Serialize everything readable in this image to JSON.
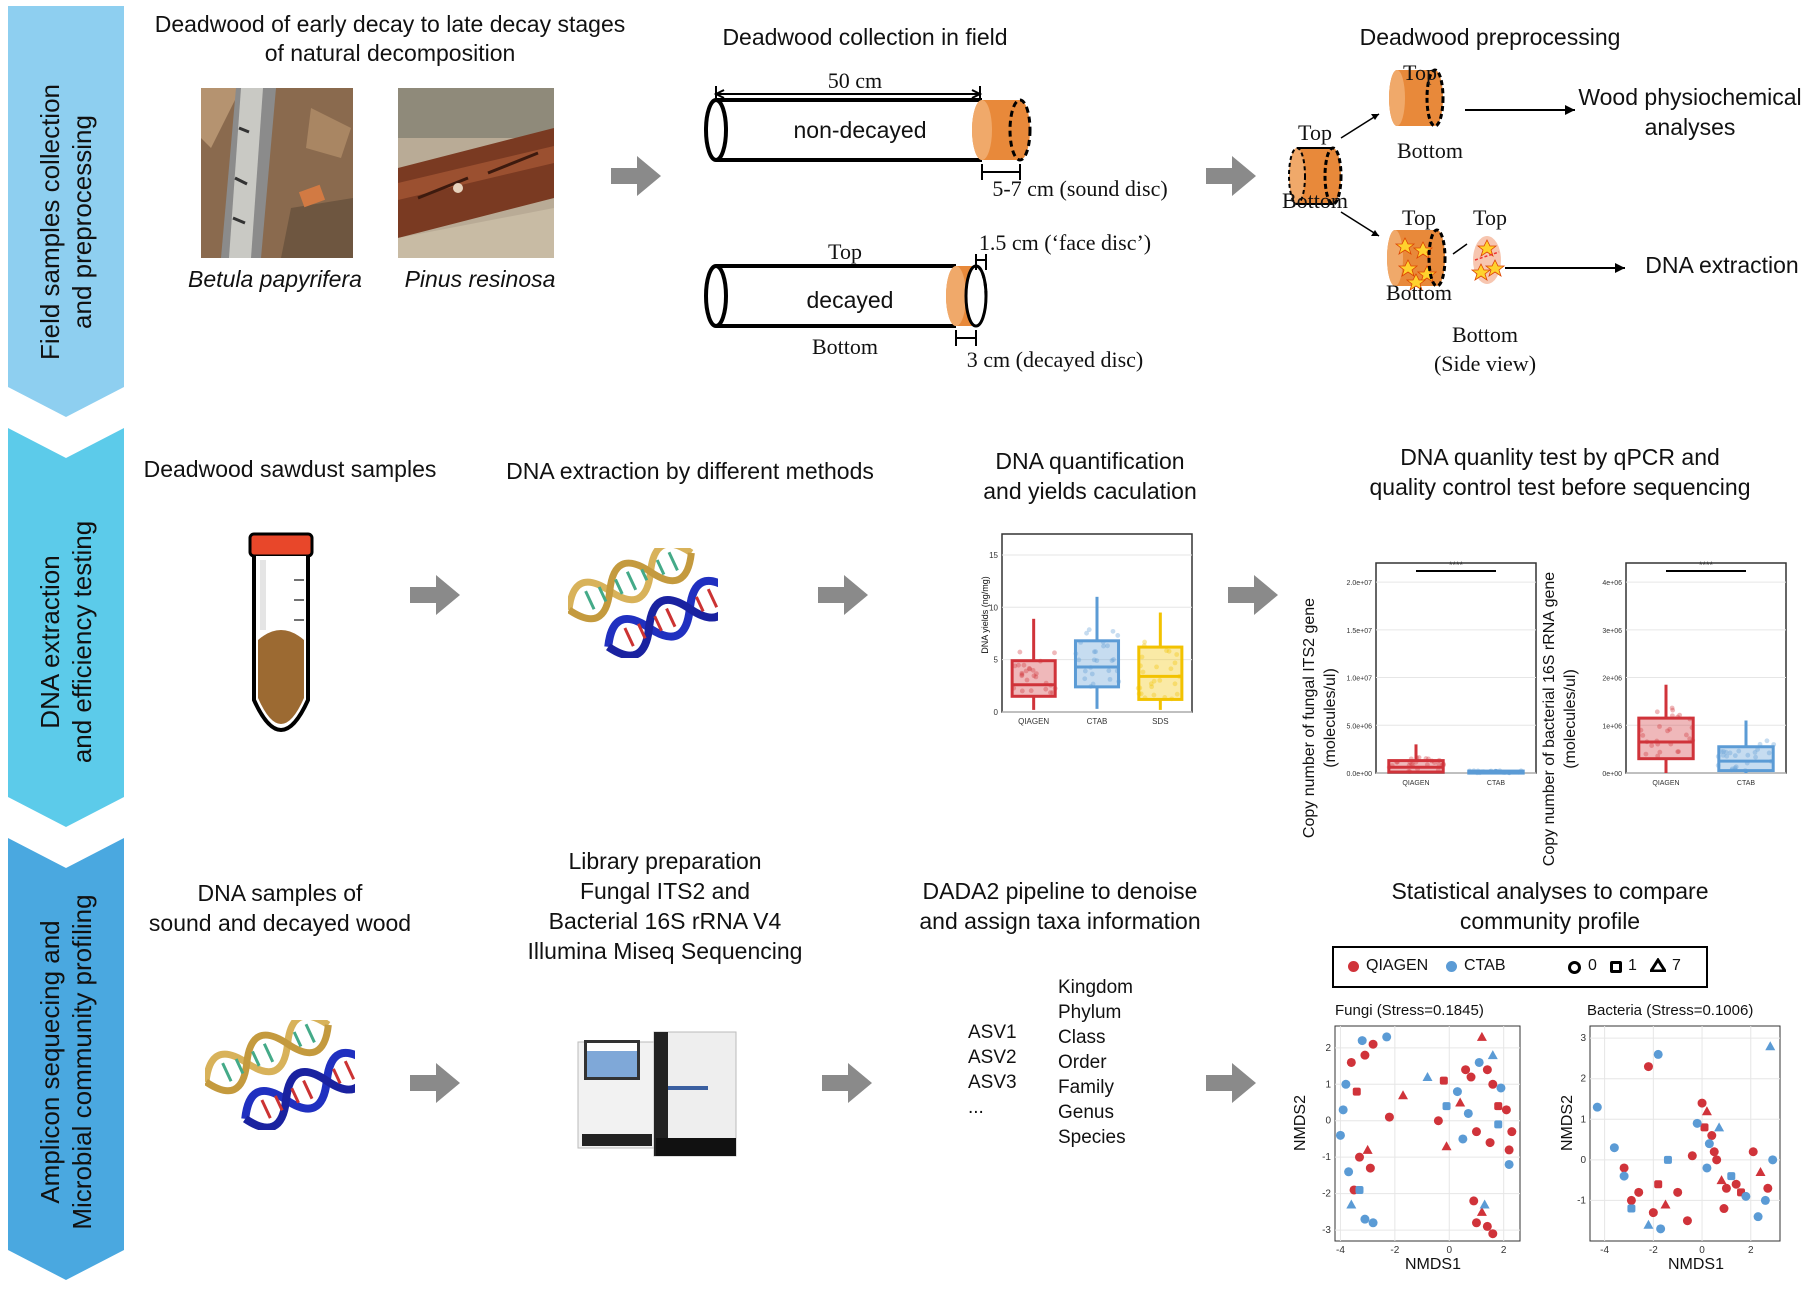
{
  "stages": [
    {
      "label_line1": "Field samples collection",
      "label_line2": "and preprocessing",
      "color": "#8ecff0"
    },
    {
      "label_line1": "DNA extraction",
      "label_line2": "and efficiency testing",
      "color": "#5ccbea"
    },
    {
      "label_line1": "Amplicon sequecing and",
      "label_line2": "Microbial community profiling",
      "color": "#4aa8e0"
    }
  ],
  "row1": {
    "deadwood_title_line1": "Deadwood of early decay to late decay stages",
    "deadwood_title_line2": "of natural decomposition",
    "species1": "Betula papyrifera",
    "species2": "Pinus resinosa",
    "collection_title": "Deadwood collection in field",
    "length_label": "50 cm",
    "nondecayed_label": "non-decayed",
    "sound_disc": "5-7 cm (sound disc)",
    "face_disc": "1.5 cm (‘face disc’)",
    "decayed_label": "decayed",
    "top_label": "Top",
    "bottom_label": "Bottom",
    "decayed_disc": "3 cm (decayed disc)",
    "preprocessing_title": "Deadwood preprocessing",
    "physio_line1": "Wood physiochemical",
    "physio_line2": "analyses",
    "dna_extraction": "DNA extraction",
    "side_view_line1": "Bottom",
    "side_view_line2": "(Side view)"
  },
  "row2": {
    "sawdust_title": "Deadwood sawdust samples",
    "extraction_title": "DNA extraction by different methods",
    "quant_title_line1": "DNA quantification",
    "quant_title_line2": "and yields caculation",
    "qpcr_title_line1": "DNA quanlity test by qPCR and",
    "qpcr_title_line2": "quality control test before sequencing",
    "significance": "****",
    "fungal_ylabel_line1": "Copy number of fungal ITS2 gene",
    "fungal_ylabel_line2": "(molecules/ul)",
    "bacterial_ylabel_line1": "Copy number of bacterial 16S rRNA gene",
    "bacterial_ylabel_line2": "(molecules/ul)",
    "yield_ylabel": "DNA yields (ng/mg)"
  },
  "row3": {
    "dna_samples_line1": "DNA samples of",
    "dna_samples_line2": "sound and decayed wood",
    "library_line1": "Library preparation",
    "library_line2": "Fungal ITS2 and",
    "library_line3": "Bacterial 16S rRNA V4",
    "library_line4": "Illumina Miseq Sequencing",
    "dada2_line1": "DADA2 pipeline to denoise",
    "dada2_line2": "and assign taxa information",
    "asv_list": [
      "ASV1",
      "ASV2",
      "ASV3",
      "..."
    ],
    "taxa_list": [
      "Kingdom",
      "Phylum",
      "Class",
      "Order",
      "Family",
      "Genus",
      "Species"
    ],
    "stats_line1": "Statistical analyses to compare",
    "stats_line2": "community profile",
    "legend_method1": "QIAGEN",
    "legend_method2": "CTAB",
    "legend_shape1": "0",
    "legend_shape2": "1",
    "legend_shape3": "7",
    "fungi_title": "Fungi (Stress=0.1845)",
    "bacteria_title": "Bacteria (Stress=0.1006)",
    "nmds1": "NMDS1",
    "nmds2": "NMDS2"
  },
  "colors": {
    "qiagen": "#d0333a",
    "ctab": "#5b9bd5",
    "sds": "#f2c200",
    "wood": "#e8893a",
    "arrow": "#8a8a8a"
  },
  "chart_data": [
    {
      "type": "box",
      "ylabel": "DNA yields (ng/mg)",
      "categories": [
        "QIAGEN",
        "CTAB",
        "SDS"
      ],
      "yticks": [
        "0",
        "5",
        "10",
        "15"
      ],
      "ylim": [
        0,
        17
      ],
      "boxes": [
        {
          "name": "QIAGEN",
          "q1": 1.5,
          "median": 2.6,
          "q3": 4.9,
          "whisker_low": 0.2,
          "whisker_high": 8.9
        },
        {
          "name": "CTAB",
          "q1": 2.4,
          "median": 4.3,
          "q3": 6.8,
          "whisker_low": 0.3,
          "whisker_high": 11.0
        },
        {
          "name": "SDS",
          "q1": 1.2,
          "median": 3.4,
          "q3": 6.2,
          "whisker_low": 0.2,
          "whisker_high": 9.5
        }
      ]
    },
    {
      "type": "box",
      "ylabel": "Copy number of fungal ITS2 gene (molecules/ul)",
      "categories": [
        "QIAGEN",
        "CTAB"
      ],
      "yticks": [
        "0.0e+00",
        "5.0e+06",
        "1.0e+07",
        "1.5e+07",
        "2.0e+07"
      ],
      "ylim": [
        0,
        22000000
      ],
      "significance": "****",
      "boxes": [
        {
          "name": "QIAGEN",
          "q1": 100000,
          "median": 600000,
          "q3": 1300000,
          "whisker_low": 0,
          "whisker_high": 3000000
        },
        {
          "name": "CTAB",
          "q1": 0,
          "median": 50000,
          "q3": 200000,
          "whisker_low": 0,
          "whisker_high": 400000
        }
      ]
    },
    {
      "type": "box",
      "ylabel": "Copy number of bacterial 16S rRNA gene (molecules/ul)",
      "categories": [
        "QIAGEN",
        "CTAB"
      ],
      "yticks": [
        "0e+00",
        "1e+06",
        "2e+06",
        "3e+06",
        "4e+06"
      ],
      "ylim": [
        0,
        4400000
      ],
      "significance": "****",
      "boxes": [
        {
          "name": "QIAGEN",
          "q1": 300000,
          "median": 650000,
          "q3": 1150000,
          "whisker_low": 0,
          "whisker_high": 1850000
        },
        {
          "name": "CTAB",
          "q1": 50000,
          "median": 250000,
          "q3": 550000,
          "whisker_low": 0,
          "whisker_high": 1100000
        }
      ]
    },
    {
      "type": "scatter",
      "title": "Fungi (Stress=0.1845)",
      "xlabel": "NMDS1",
      "ylabel": "NMDS2",
      "xticks": [
        "-4",
        "-2",
        "0",
        "2"
      ],
      "yticks": [
        "-3",
        "-2",
        "-1",
        "0",
        "1",
        "2"
      ],
      "xlim": [
        -4.2,
        2.6
      ],
      "ylim": [
        -3.3,
        2.6
      ],
      "series": [
        {
          "name": "QIAGEN",
          "points": [
            [
              -3.6,
              1.6
            ],
            [
              -3.1,
              1.8
            ],
            [
              -2.8,
              2.1
            ],
            [
              -3.4,
              0.8
            ],
            [
              -3.0,
              -0.8
            ],
            [
              -3.3,
              -1.0
            ],
            [
              -2.9,
              -1.3
            ],
            [
              -3.5,
              -1.9
            ],
            [
              -2.2,
              0.1
            ],
            [
              -1.7,
              0.7
            ],
            [
              -0.2,
              1.1
            ],
            [
              -0.4,
              0.0
            ],
            [
              0.6,
              1.4
            ],
            [
              0.8,
              1.2
            ],
            [
              1.2,
              2.3
            ],
            [
              1.4,
              1.4
            ],
            [
              1.6,
              1.0
            ],
            [
              1.8,
              0.4
            ],
            [
              2.1,
              0.3
            ],
            [
              0.4,
              0.5
            ],
            [
              1.0,
              -0.3
            ],
            [
              1.5,
              -0.6
            ],
            [
              2.2,
              -0.8
            ],
            [
              0.9,
              -2.2
            ],
            [
              1.2,
              -2.5
            ],
            [
              1.0,
              -2.8
            ],
            [
              1.4,
              -2.9
            ],
            [
              1.6,
              -3.1
            ],
            [
              2.3,
              -0.3
            ],
            [
              -0.1,
              -0.7
            ]
          ]
        },
        {
          "name": "CTAB",
          "points": [
            [
              -3.9,
              0.3
            ],
            [
              -4.0,
              -0.4
            ],
            [
              -3.7,
              -1.4
            ],
            [
              -3.3,
              -1.9
            ],
            [
              -3.6,
              -2.3
            ],
            [
              -3.1,
              -2.7
            ],
            [
              -2.8,
              -2.8
            ],
            [
              -3.2,
              2.2
            ],
            [
              -2.3,
              2.3
            ],
            [
              -0.8,
              1.2
            ],
            [
              -0.1,
              0.4
            ],
            [
              0.3,
              0.8
            ],
            [
              0.7,
              0.2
            ],
            [
              1.1,
              1.6
            ],
            [
              1.6,
              1.8
            ],
            [
              1.9,
              0.9
            ],
            [
              2.2,
              -1.2
            ],
            [
              1.8,
              -0.1
            ],
            [
              0.5,
              -0.5
            ],
            [
              1.3,
              -2.3
            ],
            [
              -3.8,
              1.0
            ]
          ]
        }
      ]
    },
    {
      "type": "scatter",
      "title": "Bacteria (Stress=0.1006)",
      "xlabel": "NMDS1",
      "ylabel": "NMDS2",
      "xticks": [
        "-4",
        "-2",
        "0",
        "2"
      ],
      "yticks": [
        "-1",
        "0",
        "1",
        "2",
        "3"
      ],
      "xlim": [
        -4.6,
        3.2
      ],
      "ylim": [
        -2.0,
        3.3
      ],
      "series": [
        {
          "name": "QIAGEN",
          "points": [
            [
              -3.2,
              -0.2
            ],
            [
              -2.6,
              -0.8
            ],
            [
              -2.2,
              2.3
            ],
            [
              -1.8,
              -0.6
            ],
            [
              -1.5,
              -1.1
            ],
            [
              -2.0,
              -1.3
            ],
            [
              -1.0,
              -0.8
            ],
            [
              -0.6,
              -1.5
            ],
            [
              0.0,
              1.4
            ],
            [
              0.2,
              1.2
            ],
            [
              0.1,
              0.8
            ],
            [
              0.4,
              0.6
            ],
            [
              0.5,
              0.2
            ],
            [
              0.6,
              0.0
            ],
            [
              0.8,
              -0.5
            ],
            [
              1.0,
              -0.7
            ],
            [
              1.4,
              -0.6
            ],
            [
              1.6,
              -0.8
            ],
            [
              2.1,
              0.2
            ],
            [
              2.4,
              -0.3
            ],
            [
              2.7,
              -0.7
            ],
            [
              0.9,
              -1.2
            ],
            [
              -0.4,
              0.1
            ],
            [
              -2.9,
              -1.0
            ]
          ]
        },
        {
          "name": "CTAB",
          "points": [
            [
              -4.3,
              1.3
            ],
            [
              -3.6,
              0.3
            ],
            [
              -3.2,
              -0.4
            ],
            [
              -2.9,
              -1.2
            ],
            [
              -2.2,
              -1.6
            ],
            [
              -1.7,
              -1.7
            ],
            [
              -1.8,
              2.6
            ],
            [
              -0.2,
              0.9
            ],
            [
              0.3,
              0.4
            ],
            [
              0.7,
              0.8
            ],
            [
              1.2,
              -0.4
            ],
            [
              1.8,
              -0.9
            ],
            [
              2.3,
              -1.4
            ],
            [
              2.6,
              -1.0
            ],
            [
              2.8,
              2.8
            ],
            [
              2.9,
              0.0
            ],
            [
              0.2,
              -0.2
            ],
            [
              -1.4,
              0.0
            ]
          ]
        }
      ]
    }
  ]
}
